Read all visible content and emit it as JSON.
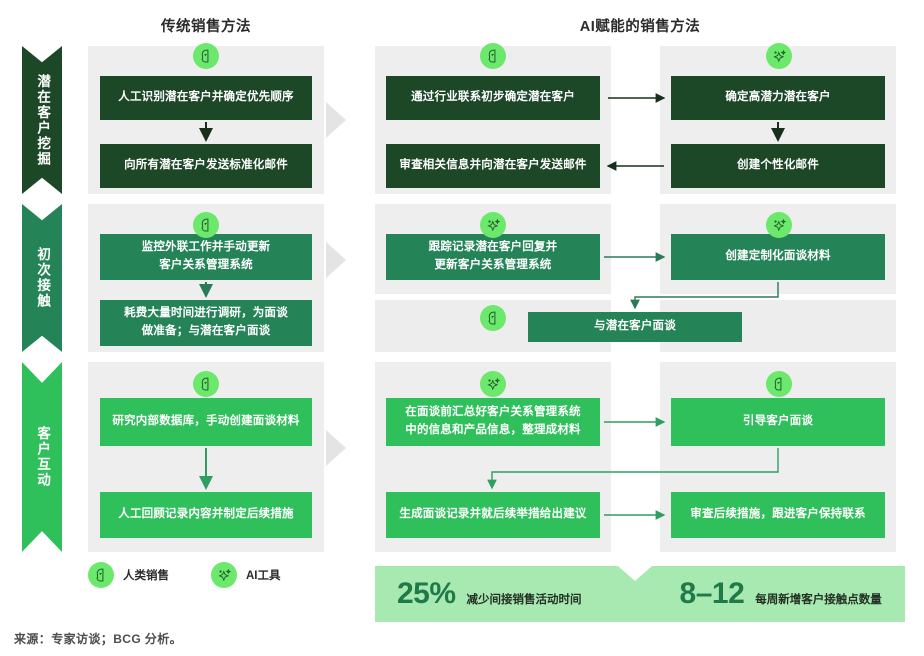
{
  "columns": {
    "traditional_title": "传统销售方法",
    "ai_title": "AI赋能的销售方法"
  },
  "stages": [
    {
      "label": "潜在客户挖掘",
      "color": "#1d4827"
    },
    {
      "label": "初次接触",
      "color": "#258457"
    },
    {
      "label": "客户互动",
      "color": "#2fbf5b"
    }
  ],
  "traditional_steps": [
    {
      "text": "人工识别潜在客户并确定优先顺序",
      "icon": "human-sales-icon"
    },
    {
      "text": "向所有潜在客户发送标准化邮件",
      "icon": ""
    },
    {
      "text": "监控外联工作并手动更新\n客户关系管理系统",
      "icon": "human-sales-icon"
    },
    {
      "text": "耗费大量时间进行调研，为面谈\n做准备；与潜在客户面谈",
      "icon": ""
    },
    {
      "text": "研究内部数据库，手动创建面谈材料",
      "icon": "human-sales-icon"
    },
    {
      "text": "人工回顾记录内容并制定后续措施",
      "icon": ""
    }
  ],
  "ai_steps": [
    {
      "text": "通过行业联系初步确定潜在客户",
      "icon": "human-sales-icon"
    },
    {
      "text": "确定高潜力潜在客户",
      "icon": "ai-tool-icon"
    },
    {
      "text": "审查相关信息并向潜在客户发送邮件",
      "icon": ""
    },
    {
      "text": "创建个性化邮件",
      "icon": ""
    },
    {
      "text": "跟踪记录潜在客户回复并\n更新客户关系管理系统",
      "icon": "ai-tool-icon"
    },
    {
      "text": "创建定制化面谈材料",
      "icon": "ai-tool-icon"
    },
    {
      "text": "与潜在客户面谈",
      "icon": "human-sales-icon"
    },
    {
      "text": "在面谈前汇总好客户关系管理系统\n中的信息和产品信息，整理成材料",
      "icon": "ai-tool-icon"
    },
    {
      "text": "引导客户面谈",
      "icon": "human-sales-icon"
    },
    {
      "text": "生成面谈记录并就后续举措给出建议",
      "icon": ""
    },
    {
      "text": "审查后续措施，跟进客户保持联系",
      "icon": ""
    }
  ],
  "legend": [
    {
      "label": "人类销售",
      "icon": "human-sales-icon"
    },
    {
      "label": "AI工具",
      "icon": "ai-tool-icon"
    }
  ],
  "stats": [
    {
      "value": "25%",
      "label": "减少间接销售活动时间"
    },
    {
      "value": "8–12",
      "label": "每周新增客户接触点数量"
    }
  ],
  "source_note": "来源：专家访谈；BCG 分析。",
  "colors": {
    "stage_dark": "#1d4827",
    "stage_medium": "#258457",
    "stage_bright": "#2fbf5b",
    "icon_badge": "#6ce86c",
    "panel_bg": "#eeeeee",
    "banner_bg": "#a7e9b0",
    "stat_value": "#1f7a4a"
  }
}
